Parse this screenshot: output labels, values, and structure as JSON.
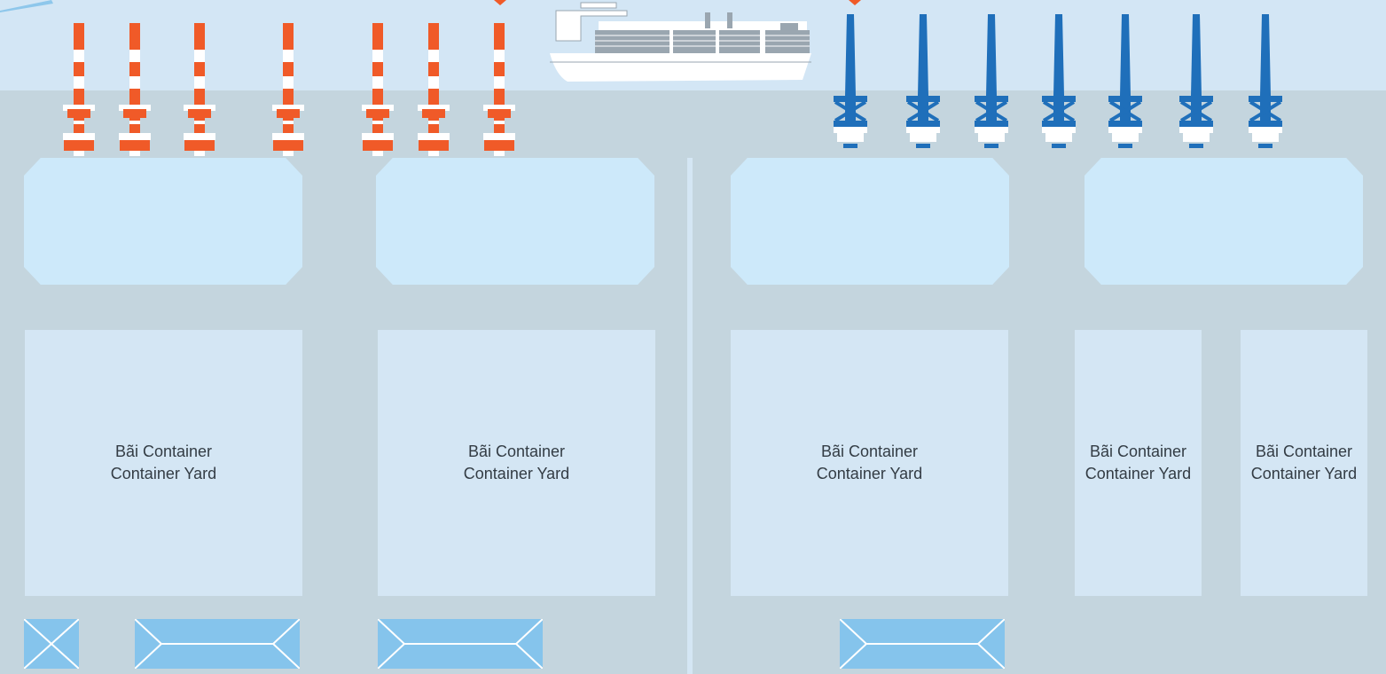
{
  "colors": {
    "water": "#d3e6f5",
    "land": "#c4d5de",
    "yard_fill": "#d4e6f4",
    "apron_fill": "#cde9fa",
    "gate_fill": "#85c4ec",
    "crane_orange": "#f05a28",
    "crane_blue": "#1f6fba",
    "ship": "#ffffff",
    "container": "#9aa6b0"
  },
  "icons": {
    "orange_crane": "ship-to-shore-crane-icon",
    "blue_crane": "ship-to-shore-crane-icon",
    "ship": "container-ship-icon",
    "gate": "gate-icon"
  },
  "yards": [
    {
      "label_vi": "Bãi Container",
      "label_en": "Container Yard"
    },
    {
      "label_vi": "Bãi Container",
      "label_en": "Container Yard"
    },
    {
      "label_vi": "Bãi Container",
      "label_en": "Container Yard"
    },
    {
      "label_vi": "Bãi Container",
      "label_en": "Container Yard"
    },
    {
      "label_vi": "Bãi Container",
      "label_en": "Container Yard"
    }
  ],
  "crane_counts": {
    "orange": 7,
    "blue": 7
  },
  "gate_count": 4
}
